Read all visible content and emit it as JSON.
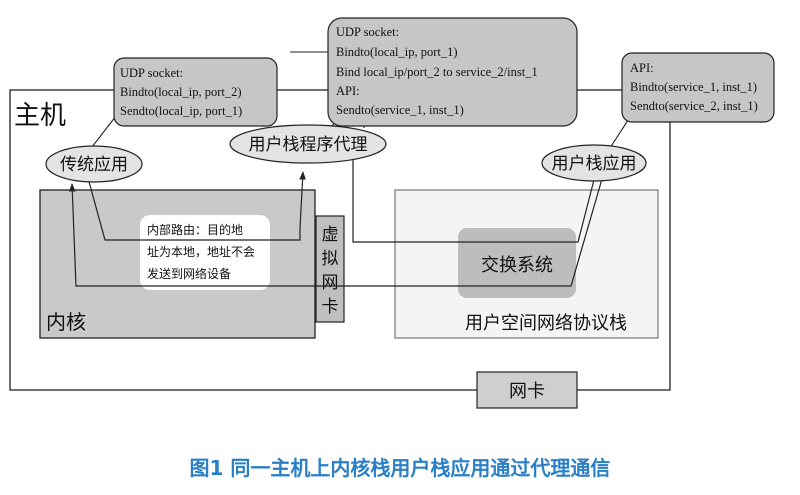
{
  "host_label": "主机",
  "kernel_label": "内核",
  "virtual_nic_chars": [
    "虚",
    "拟",
    "网",
    "卡"
  ],
  "userspace_stack_label": "用户空间网络协议栈",
  "switch_label": "交换系统",
  "nic_label": "网卡",
  "ellipses": {
    "traditional_app": "传统应用",
    "user_stack_proxy": "用户栈程序代理",
    "user_stack_app": "用户栈应用"
  },
  "routing_note": [
    "内部路由：目的地",
    "址为本地，地址不会",
    "发送到网络设备"
  ],
  "callouts": {
    "left": [
      "UDP socket:",
      "Bindto(local_ip, port_2)",
      "Sendto(local_ip, port_1)"
    ],
    "middle": [
      "UDP socket:",
      "Bindto(local_ip, port_1)",
      "Bind local_ip/port_2 to service_2/inst_1",
      "API:",
      "Sendto(service_1, inst_1)"
    ],
    "right": [
      "API:",
      "Bindto(service_1, inst_1)",
      "Sendto(service_2, inst_1)"
    ]
  },
  "caption": "图1 同一主机上内核栈用户栈应用通过代理通信",
  "colors": {
    "caption": "#2a7fc6",
    "kernel_fill": "#c9c9c9",
    "callout_fill": "#c6c6c6",
    "switch_fill": "#bdbdbd",
    "stroke": "#222222"
  }
}
